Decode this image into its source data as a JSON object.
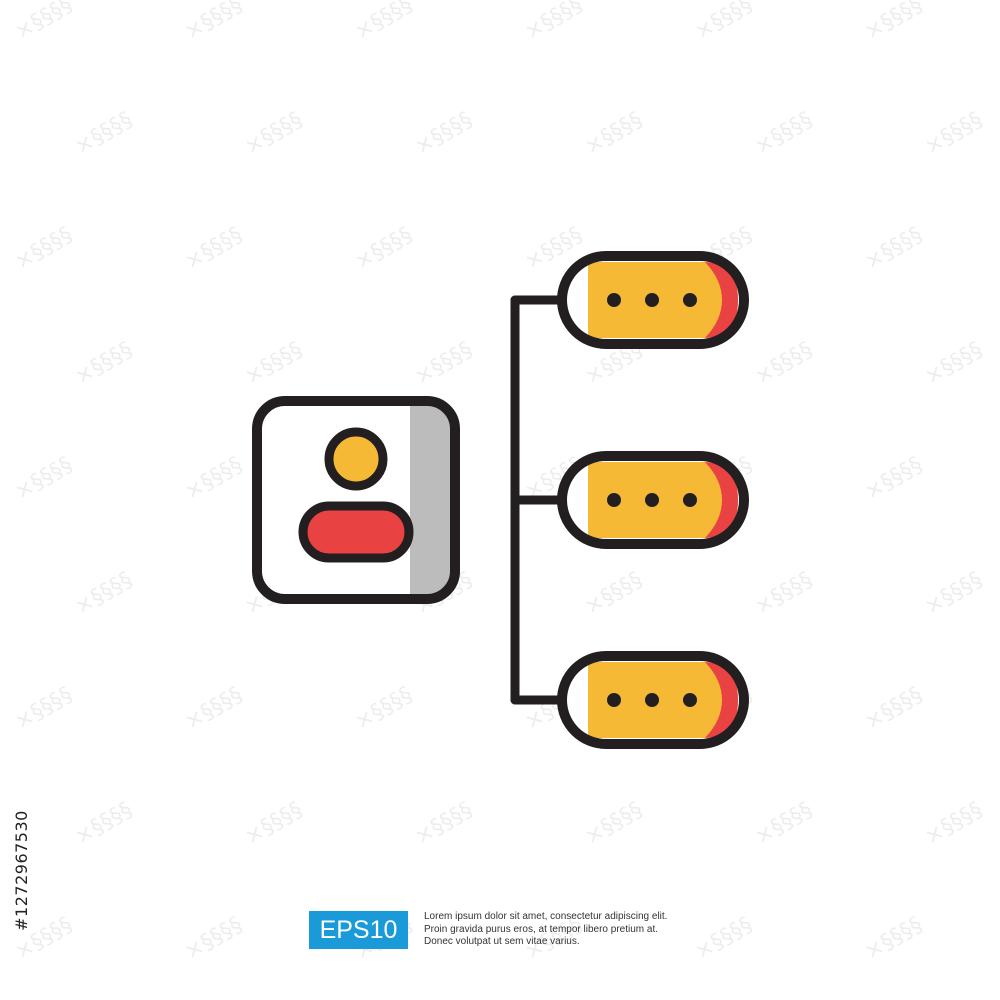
{
  "icon": {
    "name": "user-hierarchy-icon",
    "profile_card": {
      "icon": "user-icon"
    },
    "branches": [
      {
        "name": "branch-node-1",
        "icon": "ellipsis-icon"
      },
      {
        "name": "branch-node-2",
        "icon": "ellipsis-icon"
      },
      {
        "name": "branch-node-3",
        "icon": "ellipsis-icon"
      }
    ]
  },
  "colors": {
    "outline": "#231f20",
    "yellow": "#f5b935",
    "red": "#e84242",
    "gray_shadow": "#bcbcbc",
    "background": "#ffffff",
    "badge_blue": "#1a9ad9"
  },
  "stock_id": "#1272967530",
  "badge": {
    "label": "EPS10"
  },
  "caption": {
    "lines": [
      "Lorem ipsum dolor sit amet, consectetur adipiscing elit.",
      "Proin gravida purus eros, at tempor libero pretium at.",
      "Donec volutpat ut sem vitae varius."
    ]
  }
}
